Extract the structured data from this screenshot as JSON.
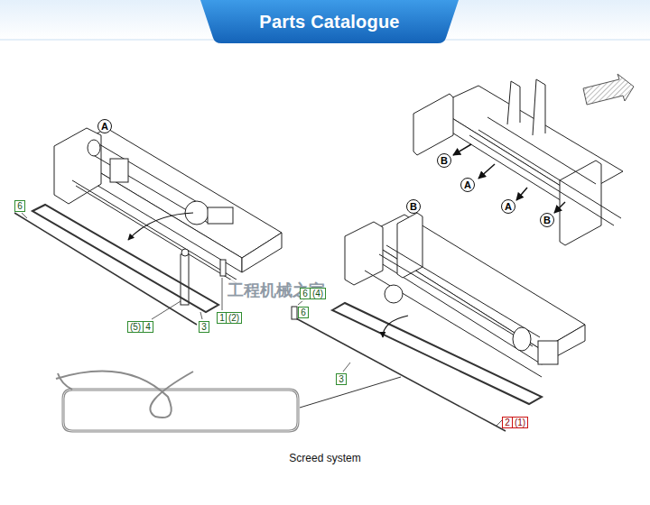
{
  "diagram": {
    "title": "Parts Catalogue",
    "caption": "Screed system",
    "nodes": [
      {
        "text": [
          "A"
        ]
      },
      {
        "text": [
          "B"
        ]
      },
      {
        "text": [
          "A"
        ]
      },
      {
        "text": [
          "6"
        ]
      },
      {
        "text": [
          "B"
        ]
      },
      {
        "text": [
          "A"
        ]
      },
      {
        "text": [
          "B"
        ]
      },
      {
        "text": [
          "6"
        ]
      },
      {
        "text": [
          "(4)"
        ]
      },
      {
        "text": [
          "6"
        ]
      },
      {
        "text": [
          "1"
        ]
      },
      {
        "text": [
          "(2)"
        ]
      },
      {
        "text": [
          "(5)"
        ]
      },
      {
        "text": [
          "4"
        ]
      },
      {
        "text": [
          "3"
        ]
      },
      {
        "text": [
          "3"
        ]
      },
      {
        "text": [
          "2"
        ]
      },
      {
        "text": [
          "(1)"
        ]
      }
    ],
    "labels": [
      "工程机械之家"
    ]
  }
}
